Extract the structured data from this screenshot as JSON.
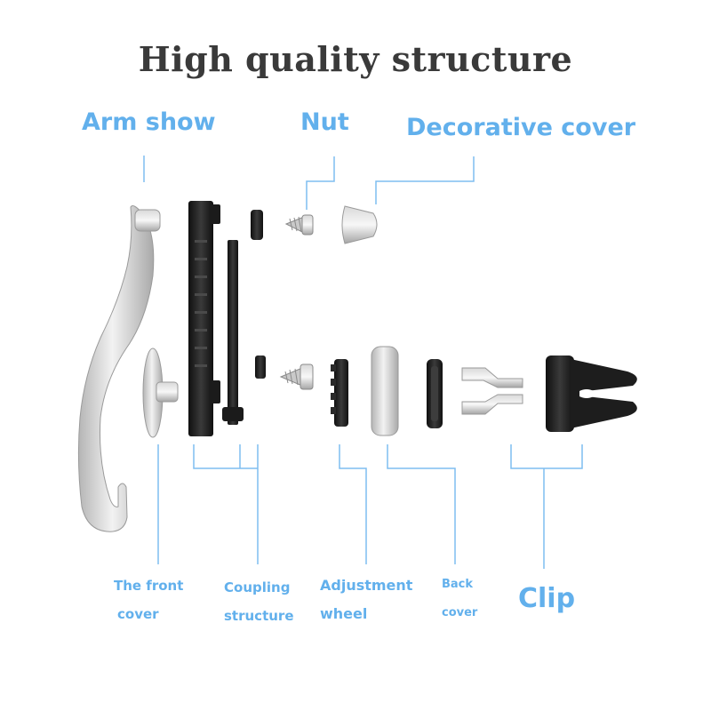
{
  "title": "High quality structure",
  "labels": {
    "arm_show": "Arm show",
    "nut": "Nut",
    "decorative_cover": "Decorative cover",
    "front_cover": [
      "The front",
      "cover"
    ],
    "coupling_structure": [
      "Coupling",
      "structure"
    ],
    "adjustment_wheel": [
      "Adjustment",
      "wheel"
    ],
    "back_cover": [
      "Back",
      "cover"
    ],
    "clip": "Clip"
  },
  "colors": {
    "label": "#62b0ec",
    "leader_line": "#7fbdf0",
    "title": "#3a3a3a",
    "part_dark": "#1e1e1e",
    "part_silver": "#c8c8c8"
  }
}
